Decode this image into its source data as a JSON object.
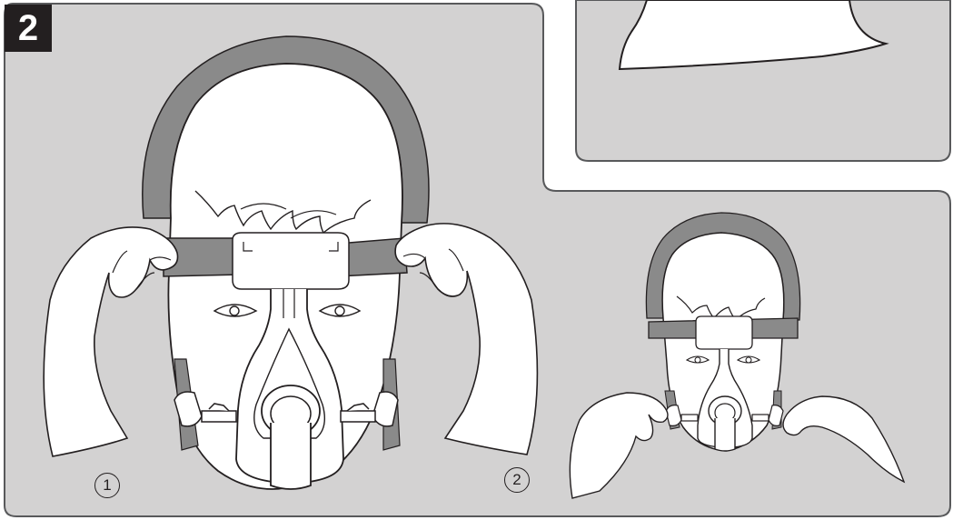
{
  "step_number": "2",
  "sub_step_labels": [
    "1",
    "2"
  ],
  "colors": {
    "panel_fill": "#d3d2d2",
    "outline": "#58595b",
    "strap_gray": "#8a8a8a",
    "ink": "#231f20",
    "skin": "#ffffff"
  },
  "icons": [
    "headgear-strap-icon",
    "full-face-mask-icon",
    "hand-icon"
  ]
}
